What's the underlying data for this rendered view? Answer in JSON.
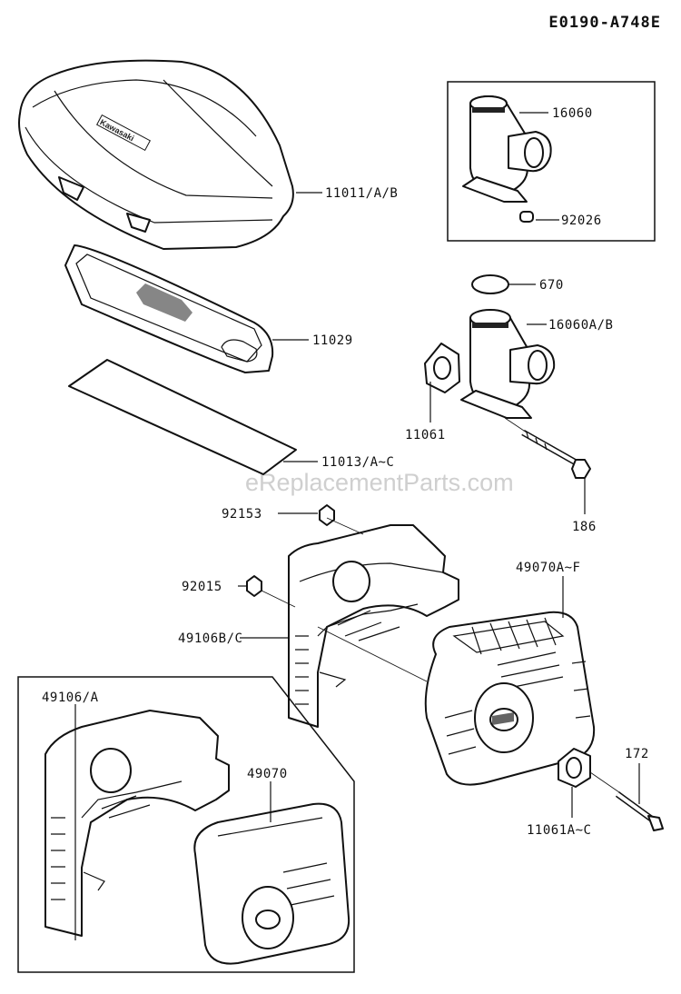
{
  "diagram_code": "E0190-A748E",
  "watermark": "eReplacementParts.com",
  "brand_mark": "Kawasaki",
  "part_labels": {
    "p16060": "16060",
    "p92026": "92026",
    "p670": "670",
    "p16060ab": "16060A/B",
    "p11011": "11011/A/B",
    "p11029": "11029",
    "p11061": "11061",
    "p11013": "11013/A~C",
    "p186": "186",
    "p92153": "92153",
    "p92015": "92015",
    "p49070af": "49070A~F",
    "p49106bc": "49106B/C",
    "p49106a": "49106/A",
    "p49070": "49070",
    "p172": "172",
    "p11061ac": "11061A~C"
  }
}
